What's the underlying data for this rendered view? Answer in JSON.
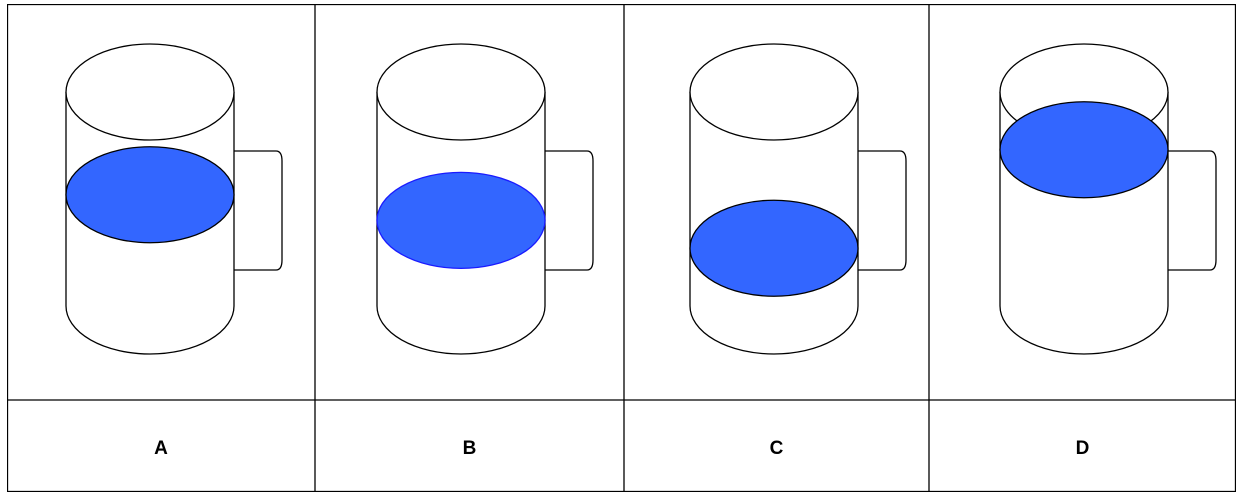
{
  "options": [
    {
      "label": "A",
      "fill_level": 0.52
    },
    {
      "label": "B",
      "fill_level": 0.4
    },
    {
      "label": "C",
      "fill_level": 0.27
    },
    {
      "label": "D",
      "fill_level": 0.73
    }
  ],
  "colors": {
    "liquid": "#3366ff",
    "liquid_outline_default": "#000000",
    "liquid_outline_b": "#1a1aff",
    "line": "#000000"
  }
}
